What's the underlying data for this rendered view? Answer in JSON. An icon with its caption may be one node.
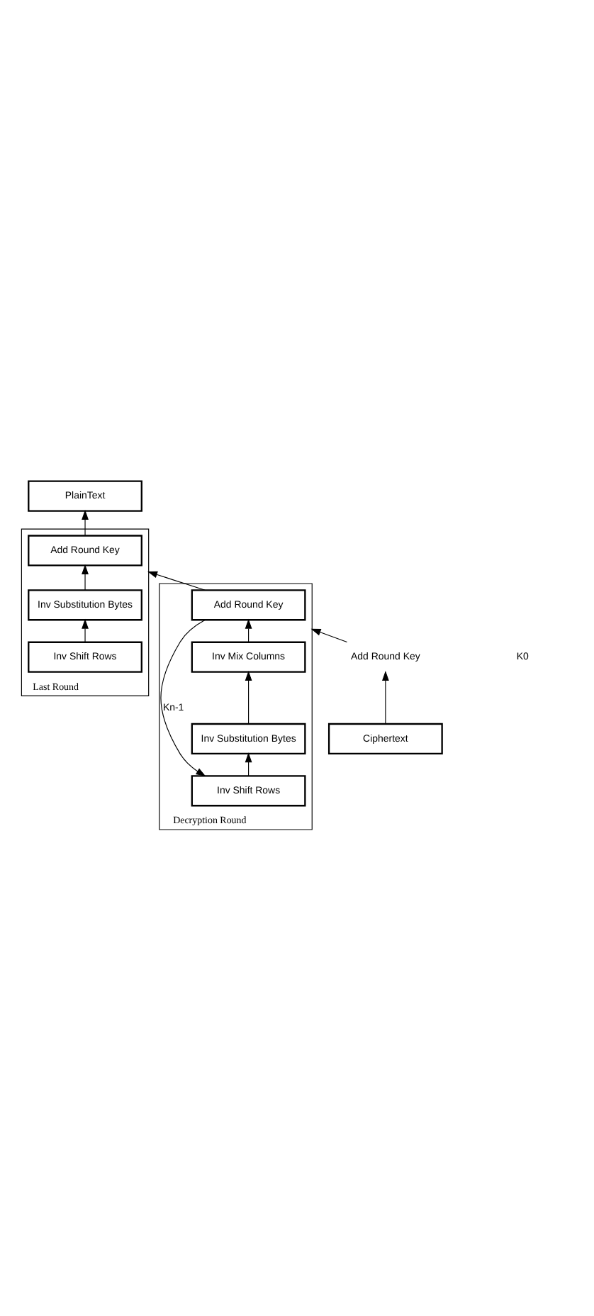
{
  "diagram": {
    "nodes": [
      {
        "text": [
          "PlainText"
        ]
      },
      {
        "text": [
          "Last Round"
        ]
      },
      {
        "text": [
          "Add Round Key"
        ],
        "in": 1
      },
      {
        "text": [
          "Inv Substitution Bytes"
        ],
        "in": 1
      },
      {
        "text": [
          "Inv Shift Rows"
        ],
        "in": 1
      },
      {
        "text": [
          "Decryption Round"
        ]
      },
      {
        "text": [
          "Add Round Key"
        ],
        "in": 5
      },
      {
        "text": [
          "Inv Mix Columns"
        ],
        "in": 5
      },
      {
        "text": [
          "Inv Substitution Bytes"
        ],
        "in": 5
      },
      {
        "text": [
          "Inv Shift Rows"
        ],
        "in": 5
      },
      {
        "text": [
          "Add Round Key"
        ]
      },
      {
        "text": [
          "Ciphertext"
        ]
      }
    ],
    "edges": [
      {
        "from": 11,
        "to": 10,
        "arrow": "to"
      },
      {
        "from": 10,
        "to": 5,
        "arrow": "to"
      },
      {
        "from": 9,
        "to": 8,
        "arrow": "to"
      },
      {
        "from": 8,
        "to": 7,
        "arrow": "to"
      },
      {
        "from": 7,
        "to": 6,
        "arrow": "to"
      },
      {
        "from": 6,
        "to": 9,
        "arrow": "to",
        "label": "Kn-1"
      },
      {
        "from": 6,
        "to": 1,
        "arrow": "to"
      },
      {
        "from": 4,
        "to": 3,
        "arrow": "to"
      },
      {
        "from": 3,
        "to": 2,
        "arrow": "to"
      },
      {
        "from": 2,
        "to": 0,
        "arrow": "to"
      }
    ],
    "labels": [
      "K0"
    ]
  }
}
